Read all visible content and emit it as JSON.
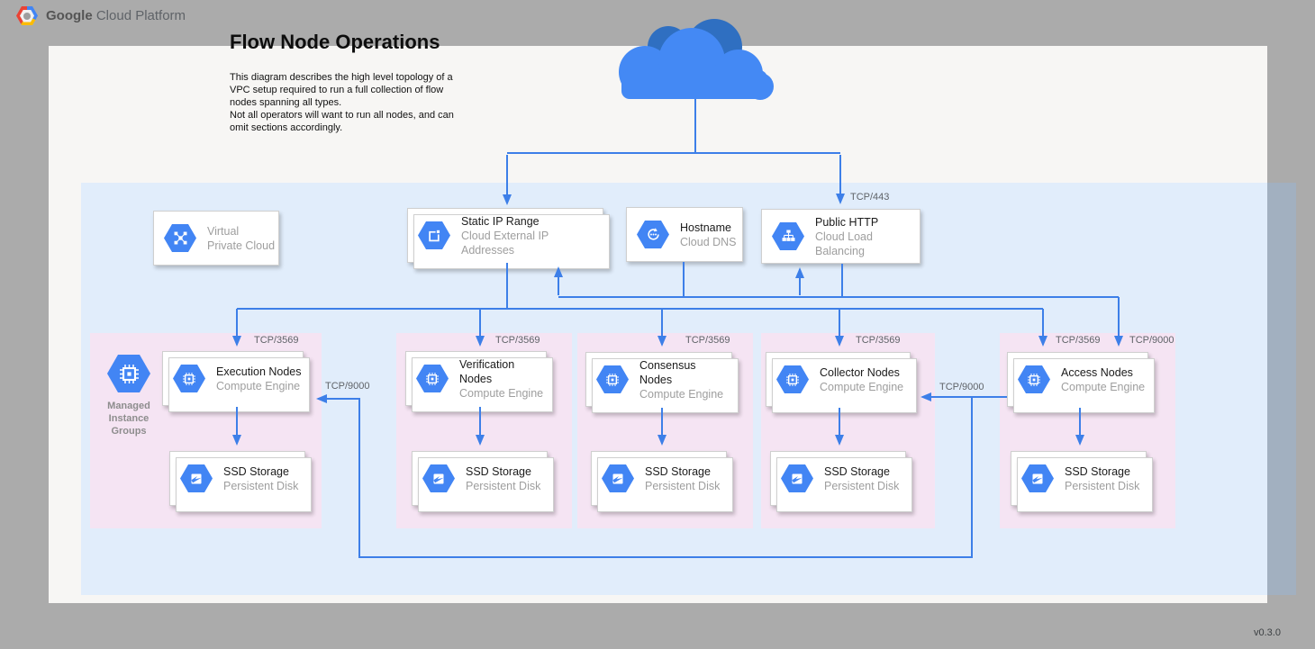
{
  "header": {
    "brand": {
      "bold": "Google",
      "rest": "Cloud Platform"
    }
  },
  "doc": {
    "title": "Flow Node Operations",
    "description": "This diagram describes the high level topology of a\nVPC setup required to run a full collection of flow\nnodes spanning all types.\nNot all operators will want to run all nodes, and can\nomit sections accordingly.",
    "version": "v0.3.0"
  },
  "colors": {
    "background_gray": "#ababab",
    "canvas_white": "#f7f6f4",
    "vpc_region_blue": "#e1edfb",
    "node_group_pink": "#f5e4f3",
    "connector_blue": "#3d7fe8",
    "icon_blue": "#4285f4",
    "cloud_light_blue": "#4489f4",
    "cloud_dark_blue": "#2f6fc1"
  },
  "vpc_label_card": {
    "icon": "virtual-private-cloud-icon",
    "title": "Virtual",
    "subtitle": "Private Cloud"
  },
  "services": {
    "static_ip": {
      "icon": "external-ip-icon",
      "title": "Static IP Range",
      "subtitle": "Cloud External IP Addresses"
    },
    "hostname": {
      "icon": "cloud-dns-icon",
      "title": "Hostname",
      "subtitle": "Cloud DNS"
    },
    "public_http": {
      "icon": "load-balancing-icon",
      "title": "Public HTTP",
      "subtitle": "Cloud Load Balancing"
    }
  },
  "ports": {
    "https": "TCP/443",
    "flow": "TCP/3569",
    "collection": "TCP/9000"
  },
  "managed_instance_groups": {
    "icon": "compute-engine-icon",
    "label": "Managed\nInstance\nGroups"
  },
  "node_groups": [
    {
      "title": "Execution Nodes",
      "subtitle": "Compute Engine",
      "storage_title": "SSD Storage",
      "storage_subtitle": "Persistent Disk"
    },
    {
      "title": "Verification Nodes",
      "subtitle": "Compute Engine",
      "storage_title": "SSD Storage",
      "storage_subtitle": "Persistent Disk"
    },
    {
      "title": "Consensus Nodes",
      "subtitle": "Compute Engine",
      "storage_title": "SSD Storage",
      "storage_subtitle": "Persistent Disk"
    },
    {
      "title": "Collector Nodes",
      "subtitle": "Compute Engine",
      "storage_title": "SSD Storage",
      "storage_subtitle": "Persistent Disk"
    },
    {
      "title": "Access Nodes",
      "subtitle": "Compute Engine",
      "storage_title": "SSD Storage",
      "storage_subtitle": "Persistent Disk"
    }
  ]
}
